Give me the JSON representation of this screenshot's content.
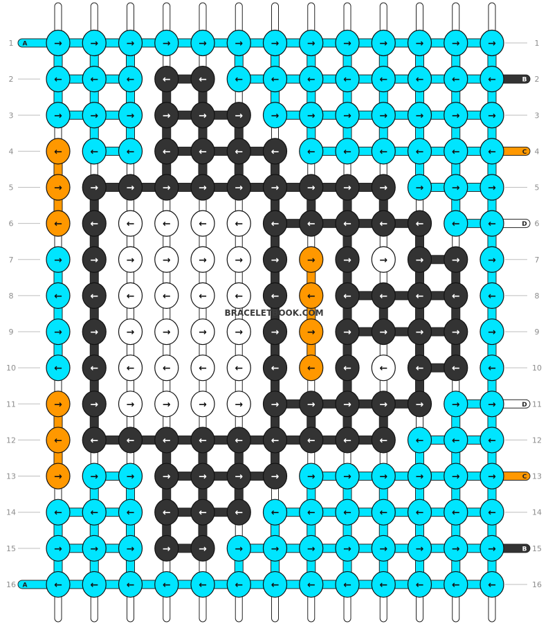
{
  "pattern": {
    "watermark": "BRACELETBOOK.COM",
    "row_numbers": [
      "1",
      "2",
      "3",
      "4",
      "5",
      "6",
      "7",
      "8",
      "9",
      "10",
      "11",
      "12",
      "13",
      "14",
      "15",
      "16"
    ],
    "colors": {
      "A": "#00e5ff",
      "B": "#333333",
      "C": "#ff9800",
      "D": "#ffffff",
      "outline": "#111111",
      "guide": "#bdbdbd",
      "label": "#8c8c8c"
    },
    "left_ends": [
      {
        "row": "1",
        "letter": "A",
        "color": "A"
      },
      {
        "row": "16",
        "letter": "A",
        "color": "A"
      }
    ],
    "right_ends": [
      {
        "row": "2",
        "letter": "B",
        "color": "B"
      },
      {
        "row": "4",
        "letter": "C",
        "color": "C"
      },
      {
        "row": "6",
        "letter": "D",
        "color": "D"
      },
      {
        "row": "11",
        "letter": "D",
        "color": "D"
      },
      {
        "row": "13",
        "letter": "C",
        "color": "C"
      },
      {
        "row": "15",
        "letter": "B",
        "color": "B"
      }
    ],
    "arrow_right": "→",
    "arrow_left": "←",
    "rows": [
      {
        "dir": "R",
        "colors": "AAAAAAAAAAAAA"
      },
      {
        "dir": "L",
        "colors": "AAABBAAAAAAAA"
      },
      {
        "dir": "R",
        "colors": "AAABBBAAAAAAA"
      },
      {
        "dir": "L",
        "colors": "CAABBBBAAAAAA"
      },
      {
        "dir": "R",
        "colors": "CBBBBBBBBBAAA"
      },
      {
        "dir": "L",
        "colors": "CBDDDDBBBBBAA"
      },
      {
        "dir": "R",
        "colors": "ABDDDDBCBDBBA"
      },
      {
        "dir": "L",
        "colors": "ABDDDDBCBBBBA"
      },
      {
        "dir": "R",
        "colors": "ABDDDDBCBBBBA"
      },
      {
        "dir": "L",
        "colors": "ABDDDDBCBDBBA"
      },
      {
        "dir": "R",
        "colors": "CBDDDDBBBBBAA"
      },
      {
        "dir": "L",
        "colors": "CBBBBBBBBBAAA"
      },
      {
        "dir": "R",
        "colors": "CAABBBBAAAAAA"
      },
      {
        "dir": "L",
        "colors": "AAABBBAAAAAAA"
      },
      {
        "dir": "R",
        "colors": "AAABBAAAAAAAA"
      },
      {
        "dir": "L",
        "colors": "AAAAAAAAAAAAA"
      }
    ]
  }
}
